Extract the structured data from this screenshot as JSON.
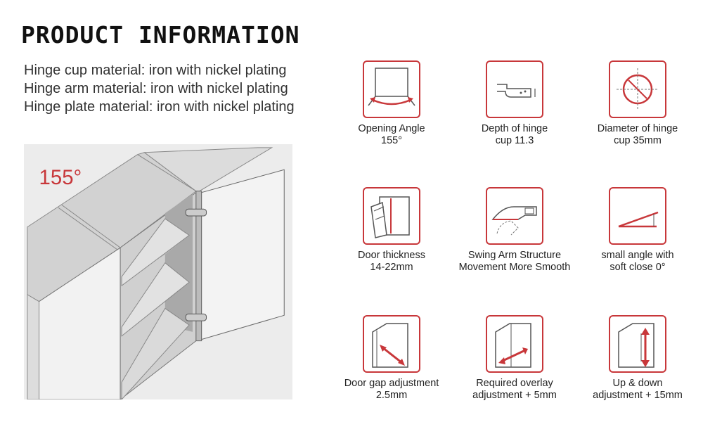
{
  "title": "PRODUCT INFORMATION",
  "materials": [
    "Hinge cup material: iron with nickel plating",
    "Hinge arm material: iron with nickel plating",
    "Hinge plate material: iron with nickel plating"
  ],
  "illustration": {
    "angle_label": "155°"
  },
  "accent_color": "#c8373a",
  "features": [
    {
      "icon": "opening-angle-icon",
      "label": "Opening Angle\n155°"
    },
    {
      "icon": "hinge-cup-depth-icon",
      "label": "Depth of hinge\ncup 11.3"
    },
    {
      "icon": "cup-diameter-icon",
      "label": "Diameter of hinge\ncup 35mm"
    },
    {
      "icon": "door-thickness-icon",
      "label": "Door thickness\n14-22mm"
    },
    {
      "icon": "swing-arm-icon",
      "label": "Swing Arm Structure\nMovement More Smooth"
    },
    {
      "icon": "soft-close-angle-icon",
      "label": "small angle with\nsoft close 0°"
    },
    {
      "icon": "door-gap-adjustment-icon",
      "label": "Door gap adjustment\n2.5mm"
    },
    {
      "icon": "overlay-adjustment-icon",
      "label": "Required overlay\nadjustment + 5mm"
    },
    {
      "icon": "up-down-adjustment-icon",
      "label": "Up & down\nadjustment + 15mm"
    }
  ]
}
